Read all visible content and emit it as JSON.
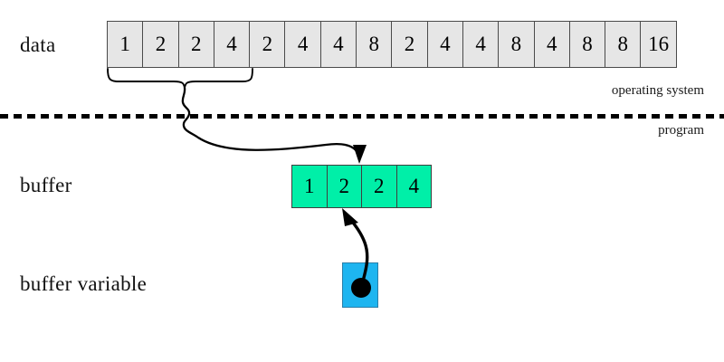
{
  "diagram": {
    "title": "data-to-buffer copy diagram",
    "background_color": "#ffffff"
  },
  "labels": {
    "data": "data",
    "buffer": "buffer",
    "buffer_variable": "buffer variable"
  },
  "zones": {
    "above_line": "operating system",
    "below_line": "program",
    "divider_style": "dashed"
  },
  "data_array": {
    "name": "data",
    "cell_color": "#e6e6e6",
    "border_color": "#4a4a4a",
    "values": [
      "1",
      "2",
      "2",
      "4",
      "2",
      "4",
      "4",
      "8",
      "2",
      "4",
      "4",
      "8",
      "4",
      "8",
      "8",
      "16"
    ]
  },
  "buffer_array": {
    "name": "buffer",
    "cell_color": "#00efa8",
    "border_color": "#3f3f3f",
    "values": [
      "1",
      "2",
      "2",
      "4"
    ]
  },
  "buffer_variable": {
    "name": "buffer variable",
    "box_color": "#1eb5f0",
    "pointer_dot_color": "#000000",
    "points_to": "buffer"
  },
  "annotations": {
    "brace_spans_cells": "1 2 2 4",
    "copy_arrow": "from data brace to buffer",
    "pointer_arrow": "from buffer variable to buffer"
  }
}
